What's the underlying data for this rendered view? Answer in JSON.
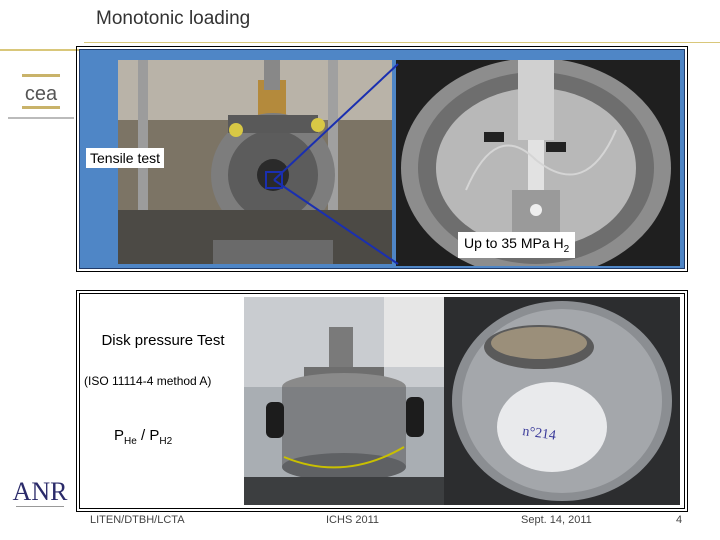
{
  "header": {
    "title": "Monotonic loading"
  },
  "panel1": {
    "label_tensile": "Tensile test",
    "label_pressure_prefix": "Up to 35 MPa H",
    "label_pressure_sub": "2"
  },
  "panel2": {
    "label_disk": "Disk pressure Test",
    "label_iso": "(ISO 11114-4 method A)",
    "ratio": {
      "p1": "P",
      "p1_sub": "He",
      "sep": " / ",
      "p2": "P",
      "p2_sub": "H2"
    }
  },
  "photos": {
    "specimen_marking": "n°214"
  },
  "footer": {
    "left": "LITEN/DTBH/LCTA",
    "center": "ICHS 2011",
    "date": "Sept. 14, 2011",
    "page": "4"
  },
  "logos": {
    "top": "cea",
    "bottom": "ANR"
  },
  "colors": {
    "panel_blue": "#4f86c6",
    "accent_rule": "#d9c77a",
    "pointer_line": "#1a2fb0"
  }
}
